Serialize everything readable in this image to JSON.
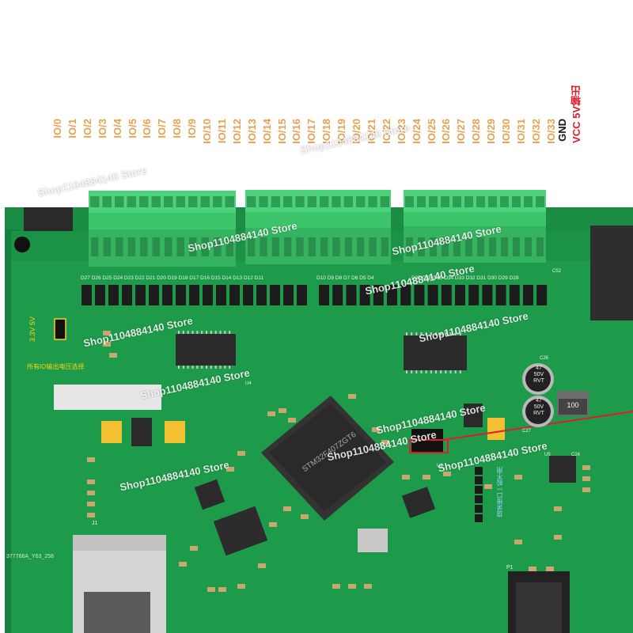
{
  "pin_labels": [
    "IO/0",
    "IO/1",
    "IO/2",
    "IO/3",
    "IO/4",
    "IO/5",
    "IO/6",
    "IO/7",
    "IO/8",
    "IO/9",
    "IO/10",
    "IO/11",
    "IO/12",
    "IO/13",
    "IO/14",
    "IO/15",
    "IO/16",
    "IO/17",
    "IO/18",
    "IO/19",
    "IO/20",
    "IO/21",
    "IO/22",
    "IO/23",
    "IO/24",
    "IO/25",
    "IO/26",
    "IO/27",
    "IO/28",
    "IO/29",
    "IO/30",
    "IO/31",
    "IO/32",
    "IO/33"
  ],
  "gnd_label": "GND",
  "vcc_label": "VCC 5V输出",
  "watermark": "Shop1104884140 Store",
  "board": {
    "colors": {
      "pcb": "#1f9a4a",
      "pcb_dark": "#147a38",
      "terminal": "#3cc46a",
      "chip": "#2b2b2b"
    },
    "selector_label": "3.3V 5V",
    "io_note": "所有IO输出电压选择",
    "program_note": "烧录接口一般不用",
    "mcu_text": "STM32F407ZGT6",
    "ethernet_label": "J1",
    "ethernet_part": "377766A_Y63_258",
    "cap_label": "47\n50V\nRVT",
    "inductor_label": "100",
    "silk_top_left": "D27 D26 D25 D24 D23 D22 D21 D20 D19 D18 D17 D16 D15 D14 D13 D12 D11",
    "silk_top_mid": "D10 D9 D8 D7 D6 D5 D4",
    "silk_top_right": "D37 D36 D35 D34 D33 D32 D31 D30 D29 D28",
    "silk_u4": "U4",
    "silk_p1": "P1",
    "silk_c52": "C52",
    "silk_c26": "C26",
    "silk_c27": "C27",
    "silk_u2": "U2",
    "silk_u5": "U5",
    "silk_c24": "C24"
  }
}
